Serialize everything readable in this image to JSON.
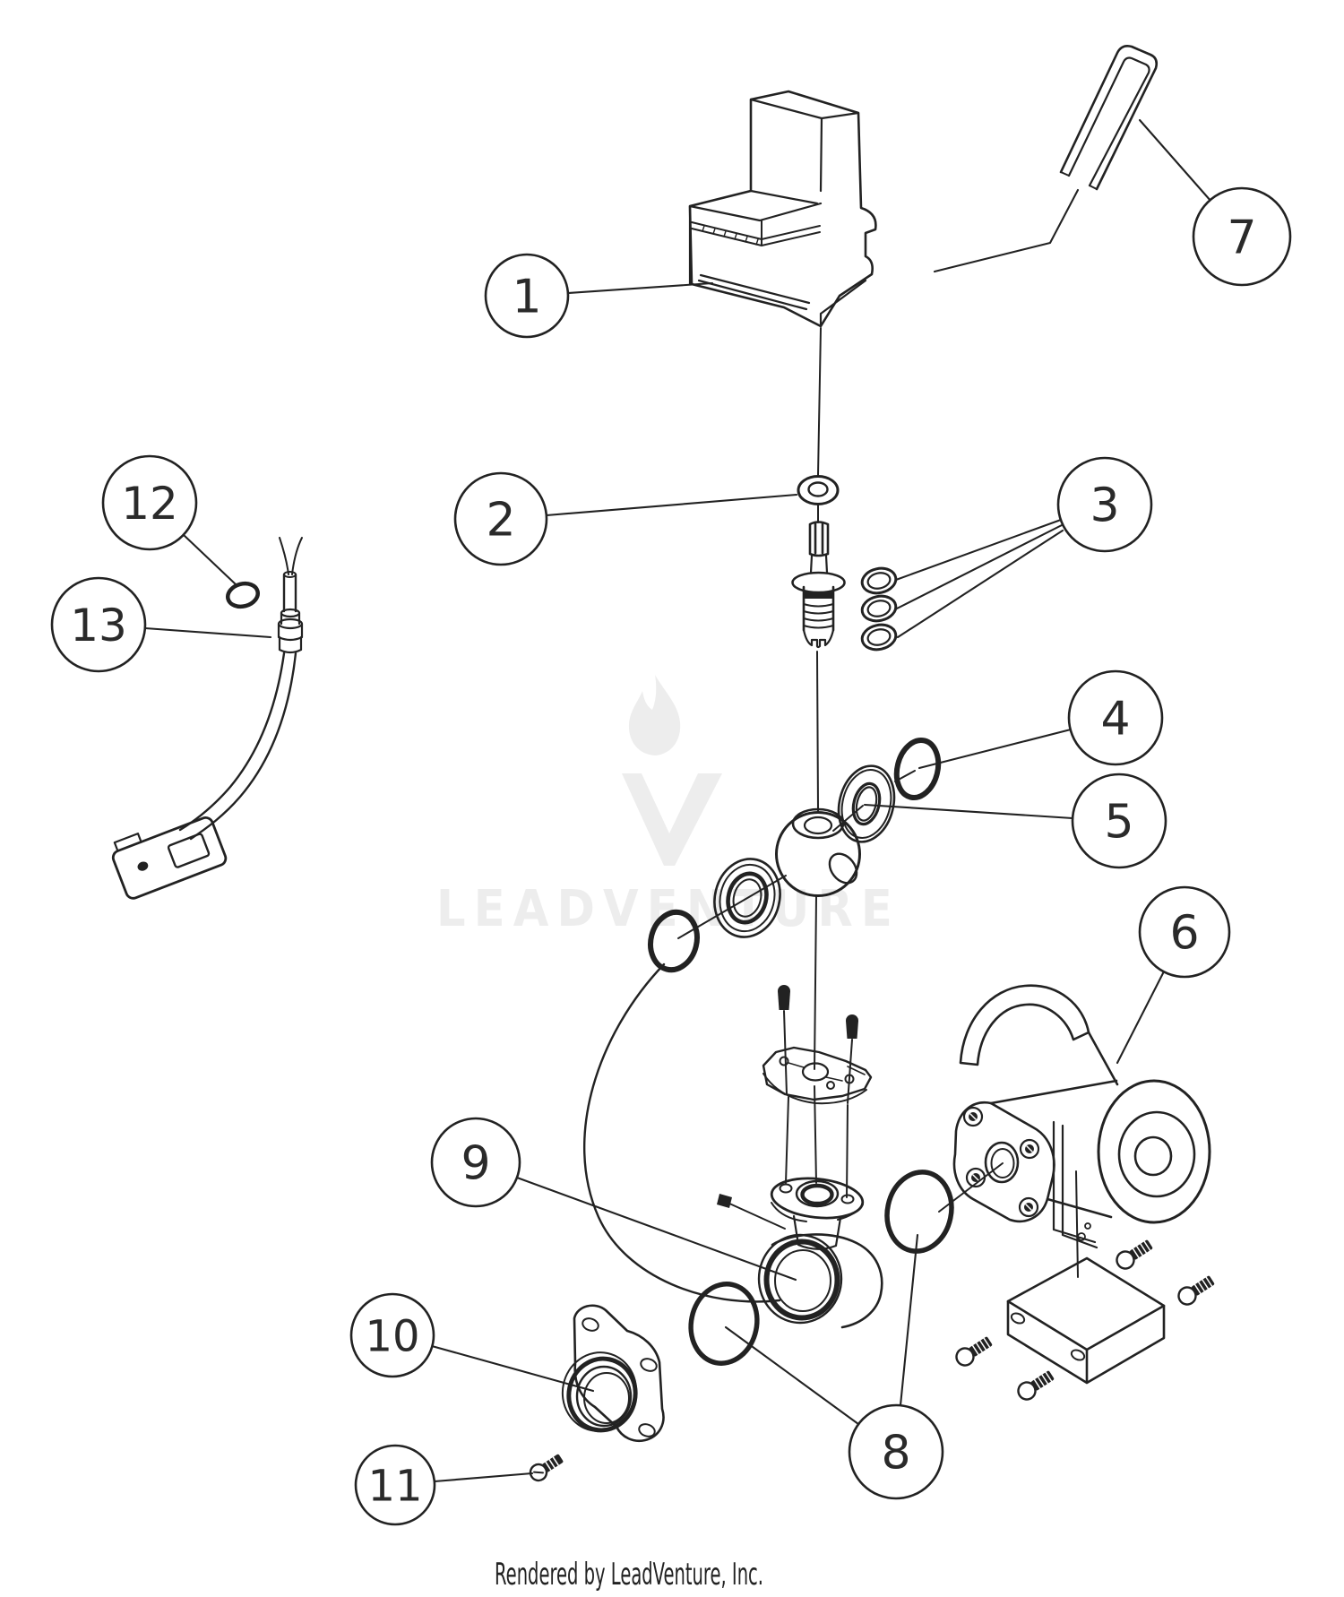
{
  "diagram": {
    "type": "exploded-parts-diagram",
    "callouts": [
      {
        "id": 1,
        "label": "1"
      },
      {
        "id": 2,
        "label": "2"
      },
      {
        "id": 3,
        "label": "3"
      },
      {
        "id": 4,
        "label": "4"
      },
      {
        "id": 5,
        "label": "5"
      },
      {
        "id": 6,
        "label": "6"
      },
      {
        "id": 7,
        "label": "7"
      },
      {
        "id": 8,
        "label": "8"
      },
      {
        "id": 9,
        "label": "9"
      },
      {
        "id": 10,
        "label": "10"
      },
      {
        "id": 11,
        "label": "11"
      },
      {
        "id": 12,
        "label": "12"
      },
      {
        "id": 13,
        "label": "13"
      }
    ],
    "watermark": {
      "text": "LEADVENTURE",
      "logo": "flame-v-logo"
    },
    "footer": {
      "text": "Rendered by LeadVenture, Inc."
    }
  },
  "colors": {
    "line": "#222222",
    "background": "#ffffff",
    "watermark": "#ededed",
    "callout_text": "#2a2a2a"
  }
}
